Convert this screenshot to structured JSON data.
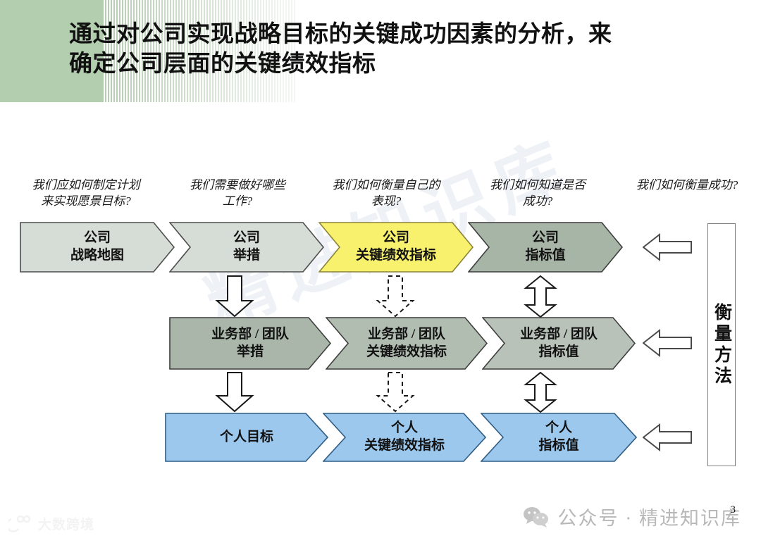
{
  "slide": {
    "title": "通过对公司实现战略目标的关键成功因素的分析，来\n确定公司层面的关键绩效指标",
    "page_number": "3",
    "watermark_center": "精进知识库",
    "accent_green": "#b3cdaf"
  },
  "questions": [
    {
      "text": "我们应如何制定计划\n来实现愿景目标?"
    },
    {
      "text": "我们需要做好哪些\n工作?"
    },
    {
      "text": "我们如何衡量自己的\n表现?"
    },
    {
      "text": "我们如何知道是否\n成功?"
    },
    {
      "text": "我们如何衡量成功?"
    }
  ],
  "rows": [
    {
      "name": "company-row",
      "cells": [
        {
          "text": "公司\n战略地图",
          "fill": "#d6dcd6",
          "stroke": "#4d4d4d"
        },
        {
          "text": "公司\n举措",
          "fill": "#d6dcd6",
          "stroke": "#4d4d4d"
        },
        {
          "text": "公司\n关键绩效指标",
          "fill": "#f7f16e",
          "stroke": "#8a8238"
        },
        {
          "text": "公司\n指标值",
          "fill": "#a7b5a7",
          "stroke": "#3d3d3d"
        }
      ]
    },
    {
      "name": "business-unit-row",
      "cells": [
        {
          "text": "业务部 / 团队\n举措",
          "fill": "#a9b6a9",
          "stroke": "#3d3d3d"
        },
        {
          "text": "业务部 / 团队\n关键绩效指标",
          "fill": "#b2bdb2",
          "stroke": "#3d3d3d"
        },
        {
          "text": "业务部 / 团队\n指标值",
          "fill": "#b8c2b8",
          "stroke": "#3d3d3d"
        }
      ]
    },
    {
      "name": "individual-row",
      "cells": [
        {
          "text": "个人目标",
          "fill": "#9cc8ee",
          "stroke": "#2f5d84"
        },
        {
          "text": "个人\n关键绩效指标",
          "fill": "#9cc8ee",
          "stroke": "#2f5d84"
        },
        {
          "text": "个人\n指标值",
          "fill": "#9cc8ee",
          "stroke": "#2f5d84"
        }
      ]
    }
  ],
  "measure_panel": {
    "label": "衡量方法"
  },
  "footer": {
    "brand_text": "公众号 · 精进知识库",
    "wechat_icon": "wechat-icon",
    "corner_logo_text": "大数跨境"
  }
}
